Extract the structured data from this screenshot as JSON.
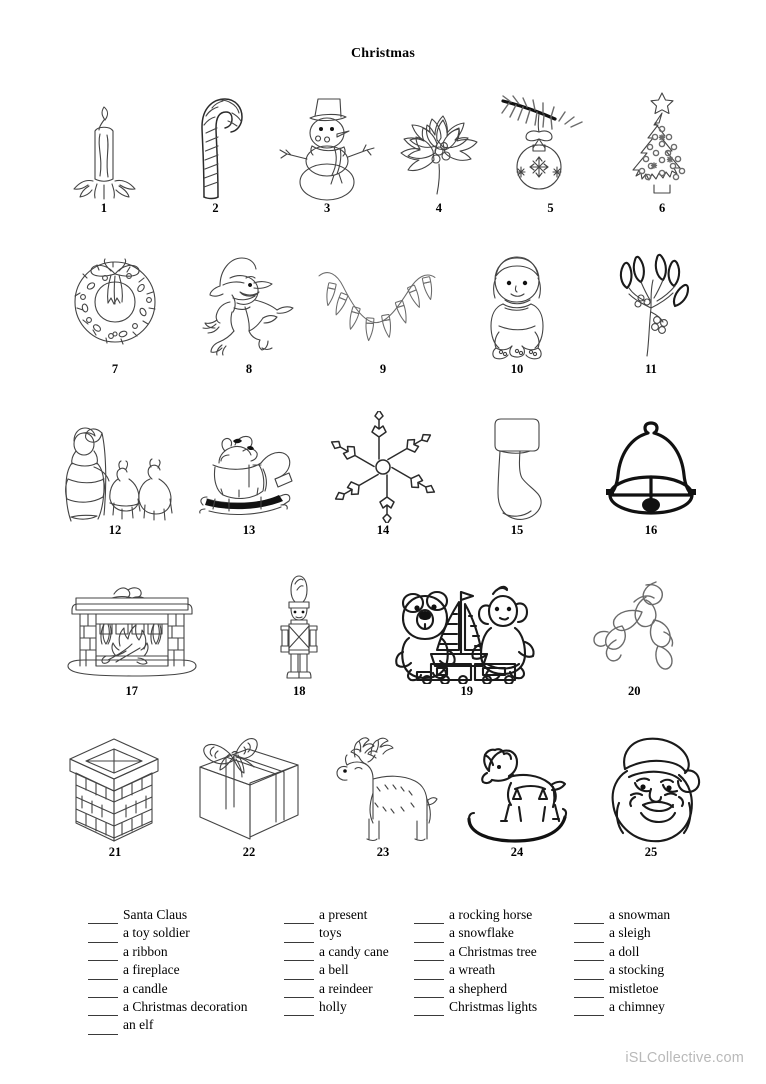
{
  "worksheet": {
    "title": "Christmas",
    "footer": "iSLCollective.com"
  },
  "picture_rows": [
    {
      "items": [
        {
          "number": "1",
          "icon": "candle-icon",
          "name": "a candle"
        },
        {
          "number": "2",
          "icon": "candy-cane-icon",
          "name": "a candy cane"
        },
        {
          "number": "3",
          "icon": "snowman-icon",
          "name": "a snowman"
        },
        {
          "number": "4",
          "icon": "holly-icon",
          "name": "holly"
        },
        {
          "number": "5",
          "icon": "christmas-decoration-icon",
          "name": "a Christmas decoration"
        },
        {
          "number": "6",
          "icon": "christmas-tree-icon",
          "name": "a Christmas tree"
        }
      ]
    },
    {
      "items": [
        {
          "number": "7",
          "icon": "wreath-icon",
          "name": "a wreath"
        },
        {
          "number": "8",
          "icon": "elf-icon",
          "name": "an elf"
        },
        {
          "number": "9",
          "icon": "christmas-lights-icon",
          "name": "Christmas lights"
        },
        {
          "number": "10",
          "icon": "doll-icon",
          "name": "a doll"
        },
        {
          "number": "11",
          "icon": "mistletoe-icon",
          "name": "mistletoe"
        }
      ]
    },
    {
      "items": [
        {
          "number": "12",
          "icon": "shepherd-icon",
          "name": "a shepherd"
        },
        {
          "number": "13",
          "icon": "sleigh-icon",
          "name": "a sleigh"
        },
        {
          "number": "14",
          "icon": "snowflake-icon",
          "name": "a snowflake"
        },
        {
          "number": "15",
          "icon": "stocking-icon",
          "name": "a stocking"
        },
        {
          "number": "16",
          "icon": "bell-icon",
          "name": "a bell"
        }
      ]
    },
    {
      "items": [
        {
          "number": "17",
          "icon": "fireplace-icon",
          "name": "a fireplace"
        },
        {
          "number": "18",
          "icon": "toy-soldier-icon",
          "name": "a toy soldier"
        },
        {
          "number": "19",
          "icon": "toys-icon",
          "name": "toys"
        },
        {
          "number": "20",
          "icon": "ribbon-icon",
          "name": "a ribbon"
        }
      ]
    },
    {
      "items": [
        {
          "number": "21",
          "icon": "chimney-icon",
          "name": "a chimney"
        },
        {
          "number": "22",
          "icon": "present-icon",
          "name": "a present"
        },
        {
          "number": "23",
          "icon": "reindeer-icon",
          "name": "a reindeer"
        },
        {
          "number": "24",
          "icon": "rocking-horse-icon",
          "name": "a rocking horse"
        },
        {
          "number": "25",
          "icon": "santa-claus-icon",
          "name": "Santa Claus"
        }
      ]
    }
  ],
  "word_bank": {
    "columns": [
      {
        "items": [
          "Santa Claus",
          "a toy soldier",
          "a ribbon",
          "a fireplace",
          "a candle",
          "a Christmas decoration",
          "an elf"
        ]
      },
      {
        "items": [
          "a present",
          "toys",
          "a candy cane",
          "a bell",
          "a reindeer",
          "holly"
        ]
      },
      {
        "items": [
          "a rocking horse",
          "a snowflake",
          "a Christmas tree",
          "a wreath",
          "a shepherd",
          "Christmas lights"
        ]
      },
      {
        "items": [
          "a snowman",
          "a sleigh",
          "a doll",
          "a stocking",
          "mistletoe",
          "a chimney"
        ]
      }
    ]
  }
}
